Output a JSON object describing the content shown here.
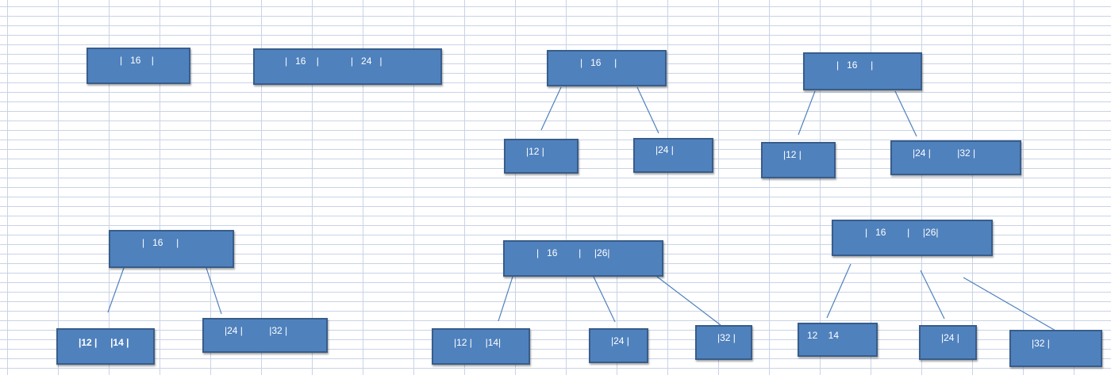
{
  "nodes": [
    {
      "id": "n1",
      "label": "|   16    |"
    },
    {
      "id": "n2",
      "label": "|   16    |            |   24   |"
    },
    {
      "id": "n3",
      "label": "|   16     |"
    },
    {
      "id": "n4",
      "label": "|12 |"
    },
    {
      "id": "n5",
      "label": "|24 |"
    },
    {
      "id": "n6",
      "label": "|   16     |"
    },
    {
      "id": "n7",
      "label": "|12 |"
    },
    {
      "id": "n8",
      "label": "|24 |          |32 |"
    },
    {
      "id": "n9",
      "label": "|   16     |"
    },
    {
      "id": "n10",
      "label": "|12 |     |14 |",
      "bold": true
    },
    {
      "id": "n11",
      "label": "|24 |          |32 |"
    },
    {
      "id": "n12",
      "label": "|   16        |     |26|"
    },
    {
      "id": "n13",
      "label": "|12 |     |14|"
    },
    {
      "id": "n14",
      "label": "|24 |"
    },
    {
      "id": "n15",
      "label": "|32 |"
    },
    {
      "id": "n16",
      "label": "|   16        |     |26|"
    },
    {
      "id": "n17",
      "label": "12    14"
    },
    {
      "id": "n18",
      "label": "|24 |"
    },
    {
      "id": "n19",
      "label": "|32 |"
    }
  ],
  "edges": [
    {
      "from": "n3",
      "to": "n4"
    },
    {
      "from": "n3",
      "to": "n5"
    },
    {
      "from": "n6",
      "to": "n7"
    },
    {
      "from": "n6",
      "to": "n8"
    },
    {
      "from": "n9",
      "to": "n10"
    },
    {
      "from": "n9",
      "to": "n11"
    },
    {
      "from": "n12",
      "to": "n13"
    },
    {
      "from": "n12",
      "to": "n14"
    },
    {
      "from": "n12",
      "to": "n15"
    },
    {
      "from": "n16",
      "to": "n17"
    },
    {
      "from": "n16",
      "to": "n18"
    },
    {
      "from": "n16",
      "to": "n19"
    }
  ]
}
